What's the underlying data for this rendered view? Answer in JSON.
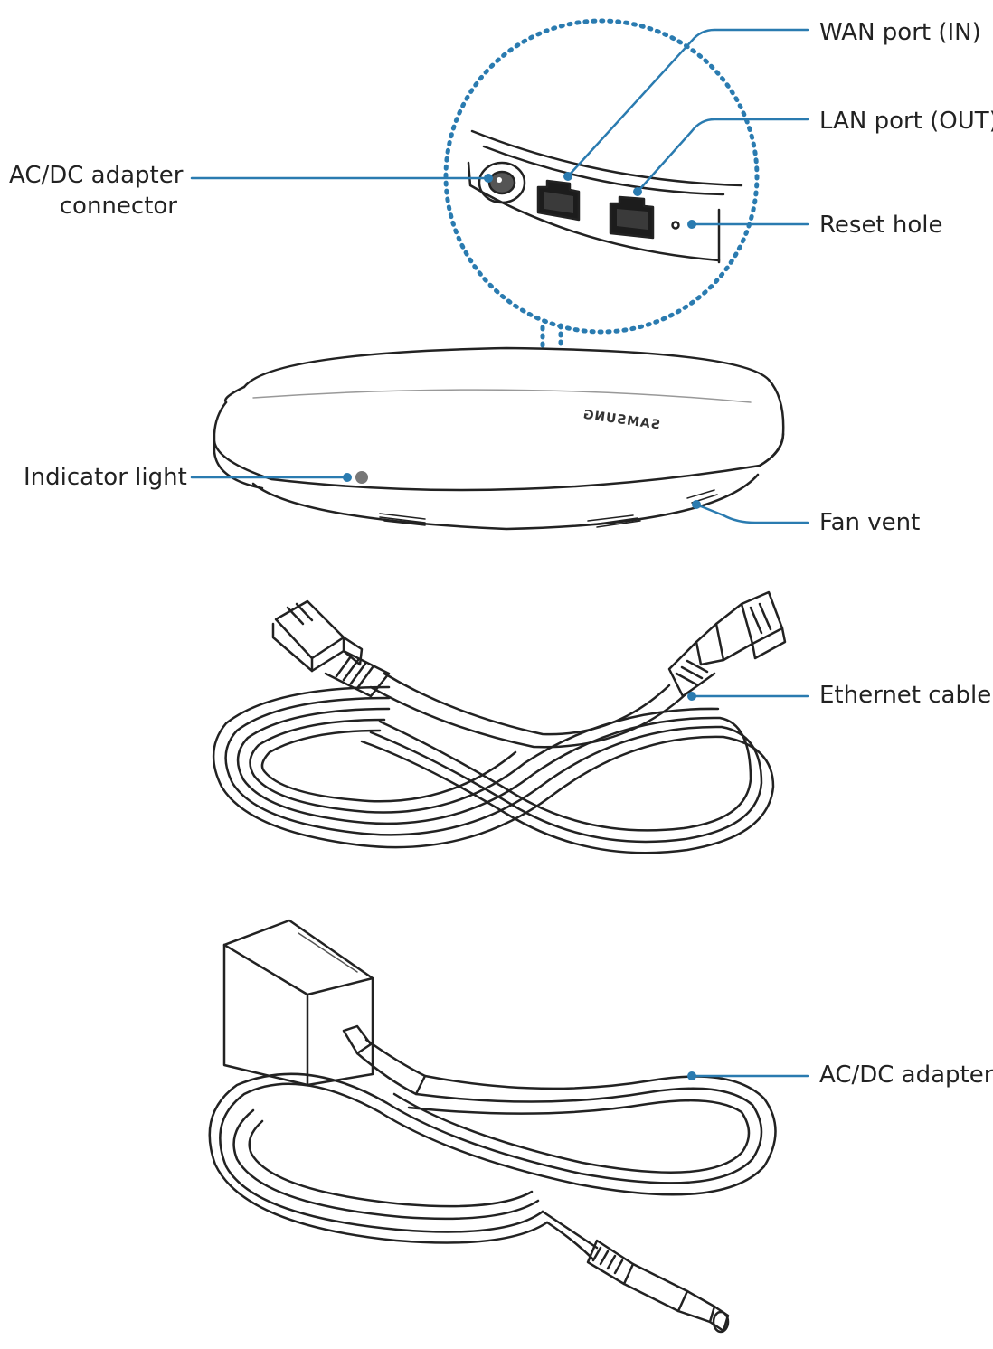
{
  "labels": {
    "wan_port": "WAN port (IN)",
    "lan_port": "LAN port (OUT)",
    "reset_hole": "Reset hole",
    "adapter_connector_line1": "AC/DC adapter",
    "adapter_connector_line2": "connector",
    "indicator_light": "Indicator light",
    "fan_vent": "Fan vent",
    "ethernet_cable": "Ethernet cable",
    "ac_dc_adapter": "AC/DC adapter"
  },
  "brand_text": "SAMSUNG",
  "colors": {
    "callout_line": "#2a7bb0",
    "dotted_circle": "#2a7bb0",
    "outline": "#222222",
    "indicator": "#777777"
  }
}
